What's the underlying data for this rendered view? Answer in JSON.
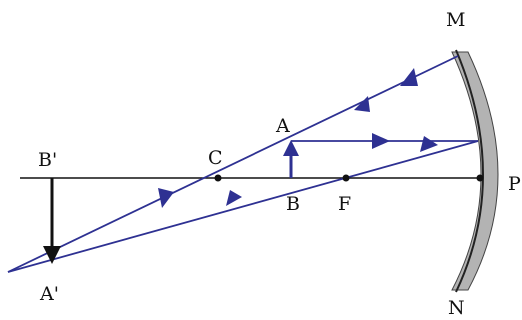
{
  "labels": {
    "M": "M",
    "N": "N",
    "P": "P",
    "A": "A",
    "B": "B",
    "C": "C",
    "F": "F",
    "B_prime": "B'",
    "A_prime": "A'"
  },
  "colors": {
    "ray": "#2e3192",
    "mirror": "#b3b3b3",
    "mirror_edge": "#222222",
    "axis": "#111111",
    "object": "#2e3192",
    "image": "#111111"
  }
}
